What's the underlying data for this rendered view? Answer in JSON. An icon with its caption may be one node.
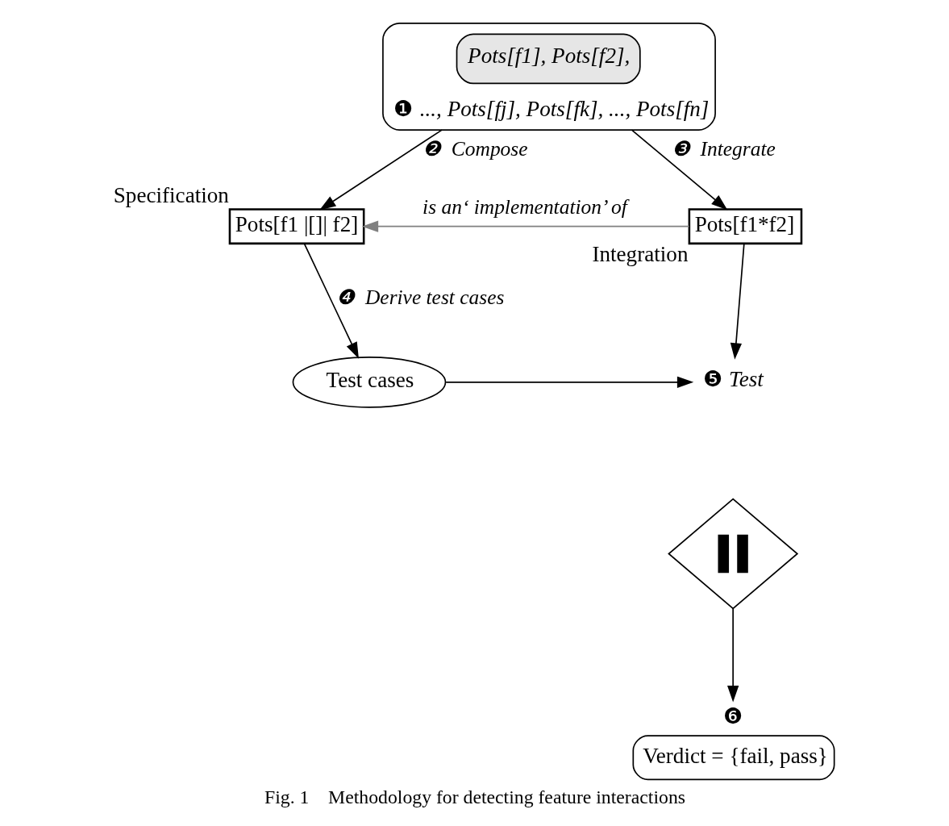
{
  "diagram": {
    "caption": "Fig. 1    Methodology for detecting feature interactions",
    "nodes": [
      {
        "text": [
          "❶",
          "..., Pots[fj], Pots[fk], ..., Pots[fn]"
        ]
      },
      {
        "text": [
          "Pots[f1], Pots[f2],"
        ],
        "in": 0
      },
      {
        "text": [
          "Specification",
          "Pots[f1 |[]| f2]"
        ]
      },
      {
        "text": [
          "Integration",
          "Pots[f1*f2]"
        ]
      },
      {
        "text": [
          "Test cases"
        ]
      },
      {
        "text": [
          "❺",
          "Test"
        ]
      },
      {
        "text": [],
        "shape": "diamond"
      },
      {
        "text": [
          "❻",
          "Verdict = {fail, pass}"
        ]
      }
    ],
    "edges": [
      {
        "from": 0,
        "to": 2,
        "arrow": "to",
        "label": "❷  Compose"
      },
      {
        "from": 0,
        "to": 3,
        "arrow": "to",
        "label": "❸  Integrate"
      },
      {
        "from": 3,
        "to": 2,
        "arrow": "to",
        "label": "is an‘ implementation’ of",
        "color": "#808080"
      },
      {
        "from": 2,
        "to": 4,
        "arrow": "to",
        "label": "❹  Derive test cases"
      },
      {
        "from": 3,
        "to": 5,
        "arrow": "to"
      },
      {
        "from": 4,
        "to": 5,
        "arrow": "to"
      },
      {
        "from": 6,
        "to": 7,
        "arrow": "to"
      }
    ]
  }
}
